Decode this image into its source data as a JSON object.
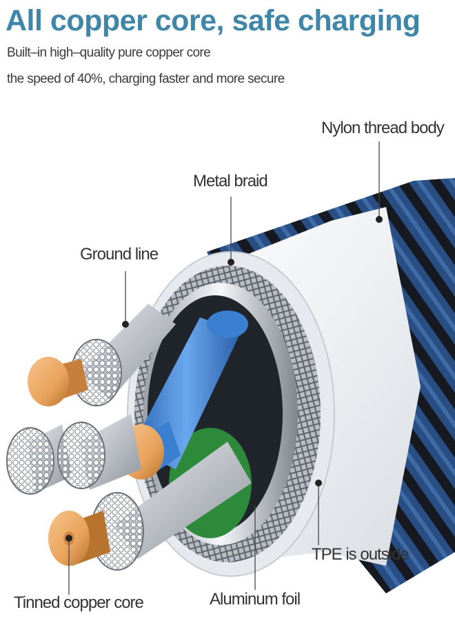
{
  "header": {
    "title": "All copper core, safe charging",
    "line1": "Built–in high–quality pure copper core",
    "line2": "the speed of 40%, charging faster and more secure"
  },
  "labels": {
    "nylon": "Nylon thread body",
    "braid": "Metal braid",
    "ground": "Ground line",
    "tpe": "TPE is outside",
    "tinned": "Tinned copper core",
    "foil": "Aluminum foil"
  },
  "colors": {
    "title": "#3f86a8",
    "nylon_blue": "#2f5c9a",
    "nylon_black": "#1b1f26",
    "copper": "#e9a35c",
    "insulation_blue": "#3b7fd0",
    "insulation_green": "#2c8a3a"
  }
}
